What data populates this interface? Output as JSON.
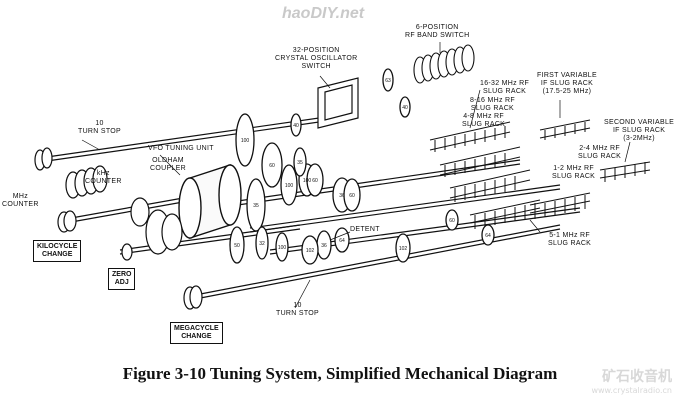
{
  "caption": "Figure 3-10 Tuning System, Simplified Mechanical Diagram",
  "watermark_top": "haoDIY.net",
  "watermark_bottom": "矿石收音机",
  "watermark_bottom_url": "www.crystalradio.cn",
  "labels": {
    "six_position": [
      "6-POSITION",
      "RF BAND SWITCH"
    ],
    "crystal_osc": [
      "32-POSITION",
      "CRYSTAL OSCILLATOR",
      "SWITCH"
    ],
    "first_if": [
      "FIRST VARIABLE",
      "IF SLUG RACK",
      "(17.5-25 MHz)"
    ],
    "second_if": [
      "SECOND VARIABLE",
      "IF SLUG RACK",
      "(3-2MHz)"
    ],
    "rf_16_32": [
      "16-32 MHz RF",
      "SLUG RACK"
    ],
    "rf_8_16": [
      "8-16 MHz RF",
      "SLUG RACK"
    ],
    "rf_4_8": [
      "4-8 MHz RF",
      "SLUG RACK"
    ],
    "rf_2_4": [
      "2-4 MHz RF",
      "SLUG RACK"
    ],
    "rf_1_2": [
      "1-2 MHz RF",
      "SLUG RACK"
    ],
    "rf_5_1": [
      "5-1 MHz RF",
      "SLUG RACK"
    ],
    "turn_stop_top": [
      "10",
      "TURN STOP"
    ],
    "turn_stop_bottom": [
      "10",
      "TURN STOP"
    ],
    "vfo": [
      "VFO TUNING UNIT"
    ],
    "oldham": [
      "OLDHAM",
      "COUPLER"
    ],
    "khz_counter": [
      "kHz",
      "COUNTER"
    ],
    "mhz_counter": [
      "MHz",
      "COUNTER"
    ],
    "detent": [
      "DETENT"
    ],
    "kilocycle": [
      "KILOCYCLE",
      "CHANGE"
    ],
    "zero_adj": [
      "ZERO",
      "ADJ"
    ],
    "megacycle": [
      "MEGACYCLE",
      "CHANGE"
    ]
  },
  "gear_numbers": [
    "100",
    "60",
    "100",
    "35",
    "100",
    "36",
    "32",
    "50",
    "100",
    "60",
    "102",
    "36",
    "64",
    "102",
    "60",
    "64",
    "40",
    "35",
    "63",
    "40",
    "60"
  ]
}
